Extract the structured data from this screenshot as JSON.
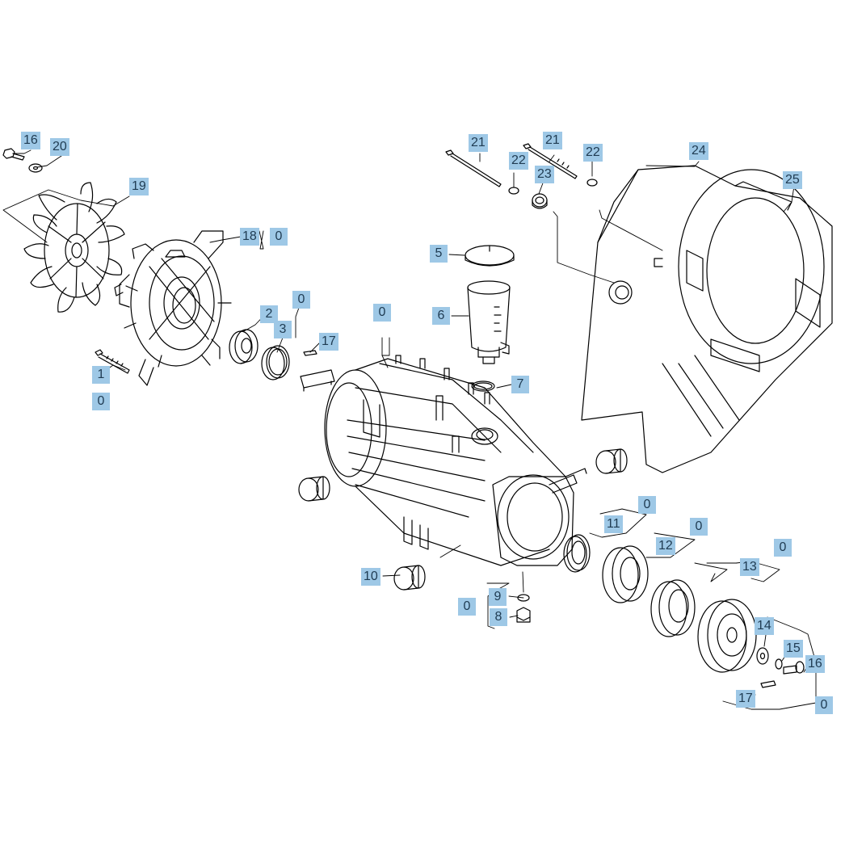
{
  "diagram": {
    "labels": {
      "fan_bolt": "16",
      "fan_washer": "20",
      "fan": "19",
      "fan_housing": "18",
      "fan_housing_kit": "0",
      "screw_left": "1",
      "screw_left_kit": "0",
      "bearing_left": "2",
      "bearing_left_kit": "0",
      "seal_ring_left": "3",
      "key_left": "17",
      "housing_kit": "0",
      "oil_cap": "5",
      "oil_reservoir": "6",
      "oring_reservoir": "7",
      "bolt_a": "21",
      "washer_a": "22",
      "bolt_b": "21",
      "washer_b": "22",
      "grommet": "23",
      "cover": "24",
      "cover_clip": "25",
      "shaft_seal": "11",
      "shaft_seal_kit": "0",
      "bearing_right": "12",
      "bearing_right_kit": "0",
      "bearing_cup": "13",
      "bearing_cup_kit": "0",
      "washer_right": "14",
      "lock_washer": "15",
      "bolt_right": "16",
      "key_right": "17",
      "pulley_kit": "0",
      "plug_oring": "9",
      "drain_plug": "8",
      "drain_kit": "0",
      "roller": "10"
    },
    "colors": {
      "label_bg": "#9ec8e6",
      "label_text": "#1f3b52",
      "line": "#000000"
    }
  }
}
